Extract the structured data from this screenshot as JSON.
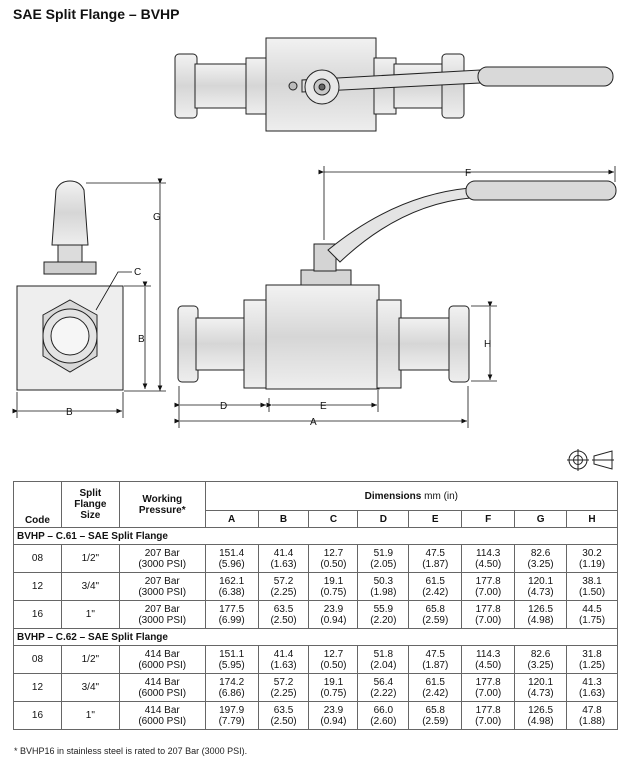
{
  "title": "SAE Split Flange – BVHP",
  "dimension_letters": {
    "a": "A",
    "b": "B",
    "c": "C",
    "d": "D",
    "e": "E",
    "f": "F",
    "g": "G",
    "h": "H"
  },
  "table": {
    "col_code": "Code",
    "col_split": [
      "Split",
      "Flange",
      "Size"
    ],
    "col_pressure": [
      "Working",
      "Pressure*"
    ],
    "col_dimensions": "Dimensions",
    "col_dimensions_unit": "mm (in)",
    "letters": [
      "A",
      "B",
      "C",
      "D",
      "E",
      "F",
      "G",
      "H"
    ],
    "sections": [
      {
        "label": "BVHP – C.61 – SAE Split Flange",
        "rows": [
          {
            "code": "08",
            "size": "1/2\"",
            "pressure": [
              "207 Bar",
              "(3000 PSI)"
            ],
            "dims": [
              [
                "151.4",
                "(5.96)"
              ],
              [
                "41.4",
                "(1.63)"
              ],
              [
                "12.7",
                "(0.50)"
              ],
              [
                "51.9",
                "(2.05)"
              ],
              [
                "47.5",
                "(1.87)"
              ],
              [
                "114.3",
                "(4.50)"
              ],
              [
                "82.6",
                "(3.25)"
              ],
              [
                "30.2",
                "(1.19)"
              ]
            ]
          },
          {
            "code": "12",
            "size": "3/4\"",
            "pressure": [
              "207 Bar",
              "(3000 PSI)"
            ],
            "dims": [
              [
                "162.1",
                "(6.38)"
              ],
              [
                "57.2",
                "(2.25)"
              ],
              [
                "19.1",
                "(0.75)"
              ],
              [
                "50.3",
                "(1.98)"
              ],
              [
                "61.5",
                "(2.42)"
              ],
              [
                "177.8",
                "(7.00)"
              ],
              [
                "120.1",
                "(4.73)"
              ],
              [
                "38.1",
                "(1.50)"
              ]
            ]
          },
          {
            "code": "16",
            "size": "1\"",
            "pressure": [
              "207 Bar",
              "(3000 PSI)"
            ],
            "dims": [
              [
                "177.5",
                "(6.99)"
              ],
              [
                "63.5",
                "(2.50)"
              ],
              [
                "23.9",
                "(0.94)"
              ],
              [
                "55.9",
                "(2.20)"
              ],
              [
                "65.8",
                "(2.59)"
              ],
              [
                "177.8",
                "(7.00)"
              ],
              [
                "126.5",
                "(4.98)"
              ],
              [
                "44.5",
                "(1.75)"
              ]
            ]
          }
        ]
      },
      {
        "label": "BVHP – C.62 – SAE Split Flange",
        "rows": [
          {
            "code": "08",
            "size": "1/2\"",
            "pressure": [
              "414 Bar",
              "(6000 PSI)"
            ],
            "dims": [
              [
                "151.1",
                "(5.95)"
              ],
              [
                "41.4",
                "(1.63)"
              ],
              [
                "12.7",
                "(0.50)"
              ],
              [
                "51.8",
                "(2.04)"
              ],
              [
                "47.5",
                "(1.87)"
              ],
              [
                "114.3",
                "(4.50)"
              ],
              [
                "82.6",
                "(3.25)"
              ],
              [
                "31.8",
                "(1.25)"
              ]
            ]
          },
          {
            "code": "12",
            "size": "3/4\"",
            "pressure": [
              "414 Bar",
              "(6000 PSI)"
            ],
            "dims": [
              [
                "174.2",
                "(6.86)"
              ],
              [
                "57.2",
                "(2.25)"
              ],
              [
                "19.1",
                "(0.75)"
              ],
              [
                "56.4",
                "(2.22)"
              ],
              [
                "61.5",
                "(2.42)"
              ],
              [
                "177.8",
                "(7.00)"
              ],
              [
                "120.1",
                "(4.73)"
              ],
              [
                "41.3",
                "(1.63)"
              ]
            ]
          },
          {
            "code": "16",
            "size": "1\"",
            "pressure": [
              "414 Bar",
              "(6000 PSI)"
            ],
            "dims": [
              [
                "197.9",
                "(7.79)"
              ],
              [
                "63.5",
                "(2.50)"
              ],
              [
                "23.9",
                "(0.94)"
              ],
              [
                "66.0",
                "(2.60)"
              ],
              [
                "65.8",
                "(2.59)"
              ],
              [
                "177.8",
                "(7.00)"
              ],
              [
                "126.5",
                "(4.98)"
              ],
              [
                "47.8",
                "(1.88)"
              ]
            ]
          }
        ]
      }
    ]
  },
  "footnote": "*  BVHP16 in stainless steel is rated to 207 Bar (3000 PSI).",
  "icons": {
    "projection_symbol": "third-angle-projection-icon"
  }
}
